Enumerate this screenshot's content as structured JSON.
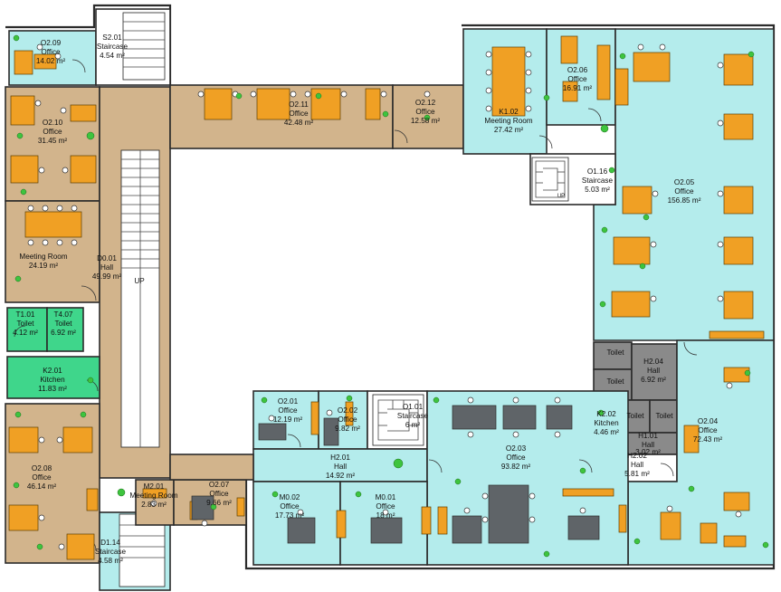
{
  "rooms": [
    {
      "id": "O2.09",
      "name": "Office",
      "area": "14.02 m²"
    },
    {
      "id": "S2.01",
      "name": "Staircase",
      "area": "4.54 m²"
    },
    {
      "id": "O2.10",
      "name": "Office",
      "area": "31.45 m²"
    },
    {
      "id": "O2.11",
      "name": "Office",
      "area": "42.48 m²"
    },
    {
      "id": "O2.12",
      "name": "Office",
      "area": "12.58 m²"
    },
    {
      "id": "K1.02",
      "name": "Meeting Room",
      "area": "27.42 m²"
    },
    {
      "id": "O2.06",
      "name": "Office",
      "area": "16.91 m²"
    },
    {
      "id": "O1.16",
      "name": "Staircase",
      "area": "5.03 m²"
    },
    {
      "id": "O2.05",
      "name": "Office",
      "area": "156.85 m²"
    },
    {
      "id": "",
      "name": "Meeting Room",
      "area": "24.19 m²"
    },
    {
      "id": "D0.01",
      "name": "Hall",
      "area": "49.99 m²"
    },
    {
      "id": "T1.01",
      "name": "Toilet",
      "area": "4.12 m²"
    },
    {
      "id": "T4.07",
      "name": "Toilet",
      "area": "6.92 m²"
    },
    {
      "id": "K2.01",
      "name": "Kitchen",
      "area": "11.83 m²"
    },
    {
      "id": "H2.04",
      "name": "Hall",
      "area": "6.92 m²"
    },
    {
      "id": "O2.01",
      "name": "Office",
      "area": "12.19 m²"
    },
    {
      "id": "O2.02",
      "name": "Office",
      "area": "9.82 m²"
    },
    {
      "id": "O1.01",
      "name": "Staircase",
      "area": "6 m²"
    },
    {
      "id": "O2.03",
      "name": "Office",
      "area": "93.82 m²"
    },
    {
      "id": "K2.02",
      "name": "Kitchen",
      "area": "4.46 m²"
    },
    {
      "id": "H1.01",
      "name": "Hall",
      "area": "3.02 m²"
    },
    {
      "id": "O2.04",
      "name": "Office",
      "area": "72.43 m²"
    },
    {
      "id": "H2.01",
      "name": "Hall",
      "area": "14.92 m²"
    },
    {
      "id": "H2.02",
      "name": "Hall",
      "area": "5.81 m²"
    },
    {
      "id": "O2.08",
      "name": "Office",
      "area": "46.14 m²"
    },
    {
      "id": "M2.01",
      "name": "Meeting Room",
      "area": "2.83 m²"
    },
    {
      "id": "O2.07",
      "name": "Office",
      "area": "9.66 m²"
    },
    {
      "id": "M0.02",
      "name": "Office",
      "area": "17.73 m²"
    },
    {
      "id": "M0.01",
      "name": "Office",
      "area": "18 m²"
    },
    {
      "id": "D1.14",
      "name": "Staircase",
      "area": "4.58 m²"
    },
    {
      "id": "",
      "name": "Toilet",
      "area": ""
    },
    {
      "id": "",
      "name": "Toilet",
      "area": ""
    },
    {
      "id": "",
      "name": "Toilet",
      "area": ""
    },
    {
      "id": "",
      "name": "Toilet",
      "area": ""
    }
  ],
  "stair_labels": [
    "UP",
    "UP"
  ],
  "colors": {
    "office_tan": "#d2b48c",
    "office_cyan": "#b4ecec",
    "wet_green": "#3fd68b",
    "service_grey": "#8a8a8a",
    "desk_orange": "#f0a024",
    "desk_grey": "#5f6468",
    "plant": "#3ec43e"
  }
}
